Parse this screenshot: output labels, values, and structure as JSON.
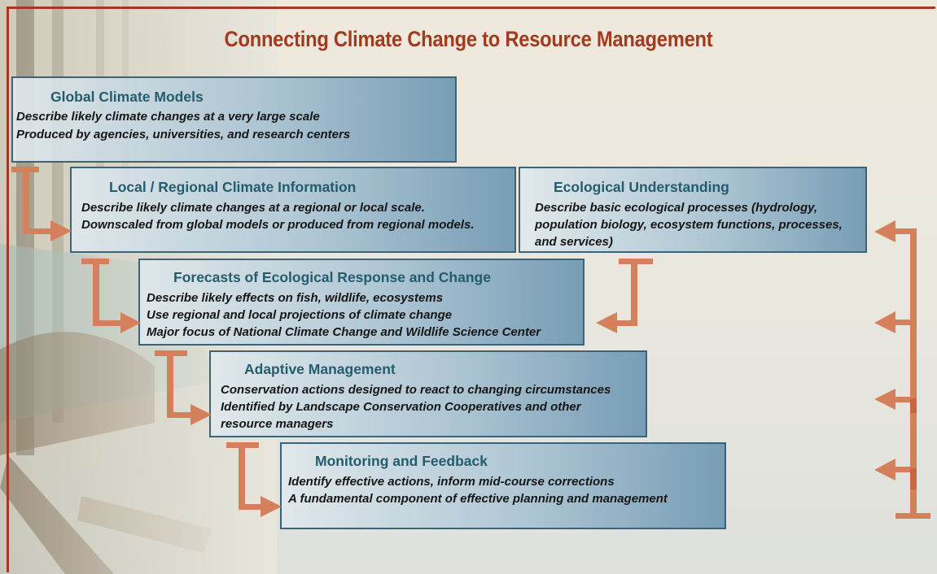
{
  "title": "Connecting Climate Change to Resource Management",
  "colors": {
    "title": "#a23a1e",
    "heading": "#245c6e",
    "arrow": "#d4805c",
    "box_border": "#3c6377"
  },
  "boxes": [
    {
      "id": "global-climate-models",
      "heading": "Global Climate Models",
      "lines": [
        "Describe likely climate changes at a very large scale",
        "Produced by agencies, universities, and research centers"
      ]
    },
    {
      "id": "local-regional-climate-information",
      "heading": "Local / Regional Climate Information",
      "lines": [
        "Describe likely climate changes at a regional or local scale.",
        "Downscaled from global models or produced from regional models."
      ]
    },
    {
      "id": "ecological-understanding",
      "heading": "Ecological Understanding",
      "lines": [
        "Describe basic ecological processes (hydrology,",
        "population biology, ecosystem functions, processes,",
        "and services)"
      ]
    },
    {
      "id": "forecasts-ecological-response",
      "heading": "Forecasts of Ecological Response and Change",
      "lines": [
        "Describe likely effects on fish, wildlife, ecosystems",
        "Use regional and local projections of climate change",
        "Major focus of National Climate Change and Wildlife Science Center"
      ]
    },
    {
      "id": "adaptive-management",
      "heading": "Adaptive Management",
      "lines": [
        "Conservation actions designed to react to changing circumstances",
        "Identified by Landscape Conservation Cooperatives and other",
        "resource managers"
      ]
    },
    {
      "id": "monitoring-feedback",
      "heading": "Monitoring and Feedback",
      "lines": [
        "Identify effective actions, inform mid-course corrections",
        "A fundamental component of effective planning and management"
      ]
    }
  ]
}
